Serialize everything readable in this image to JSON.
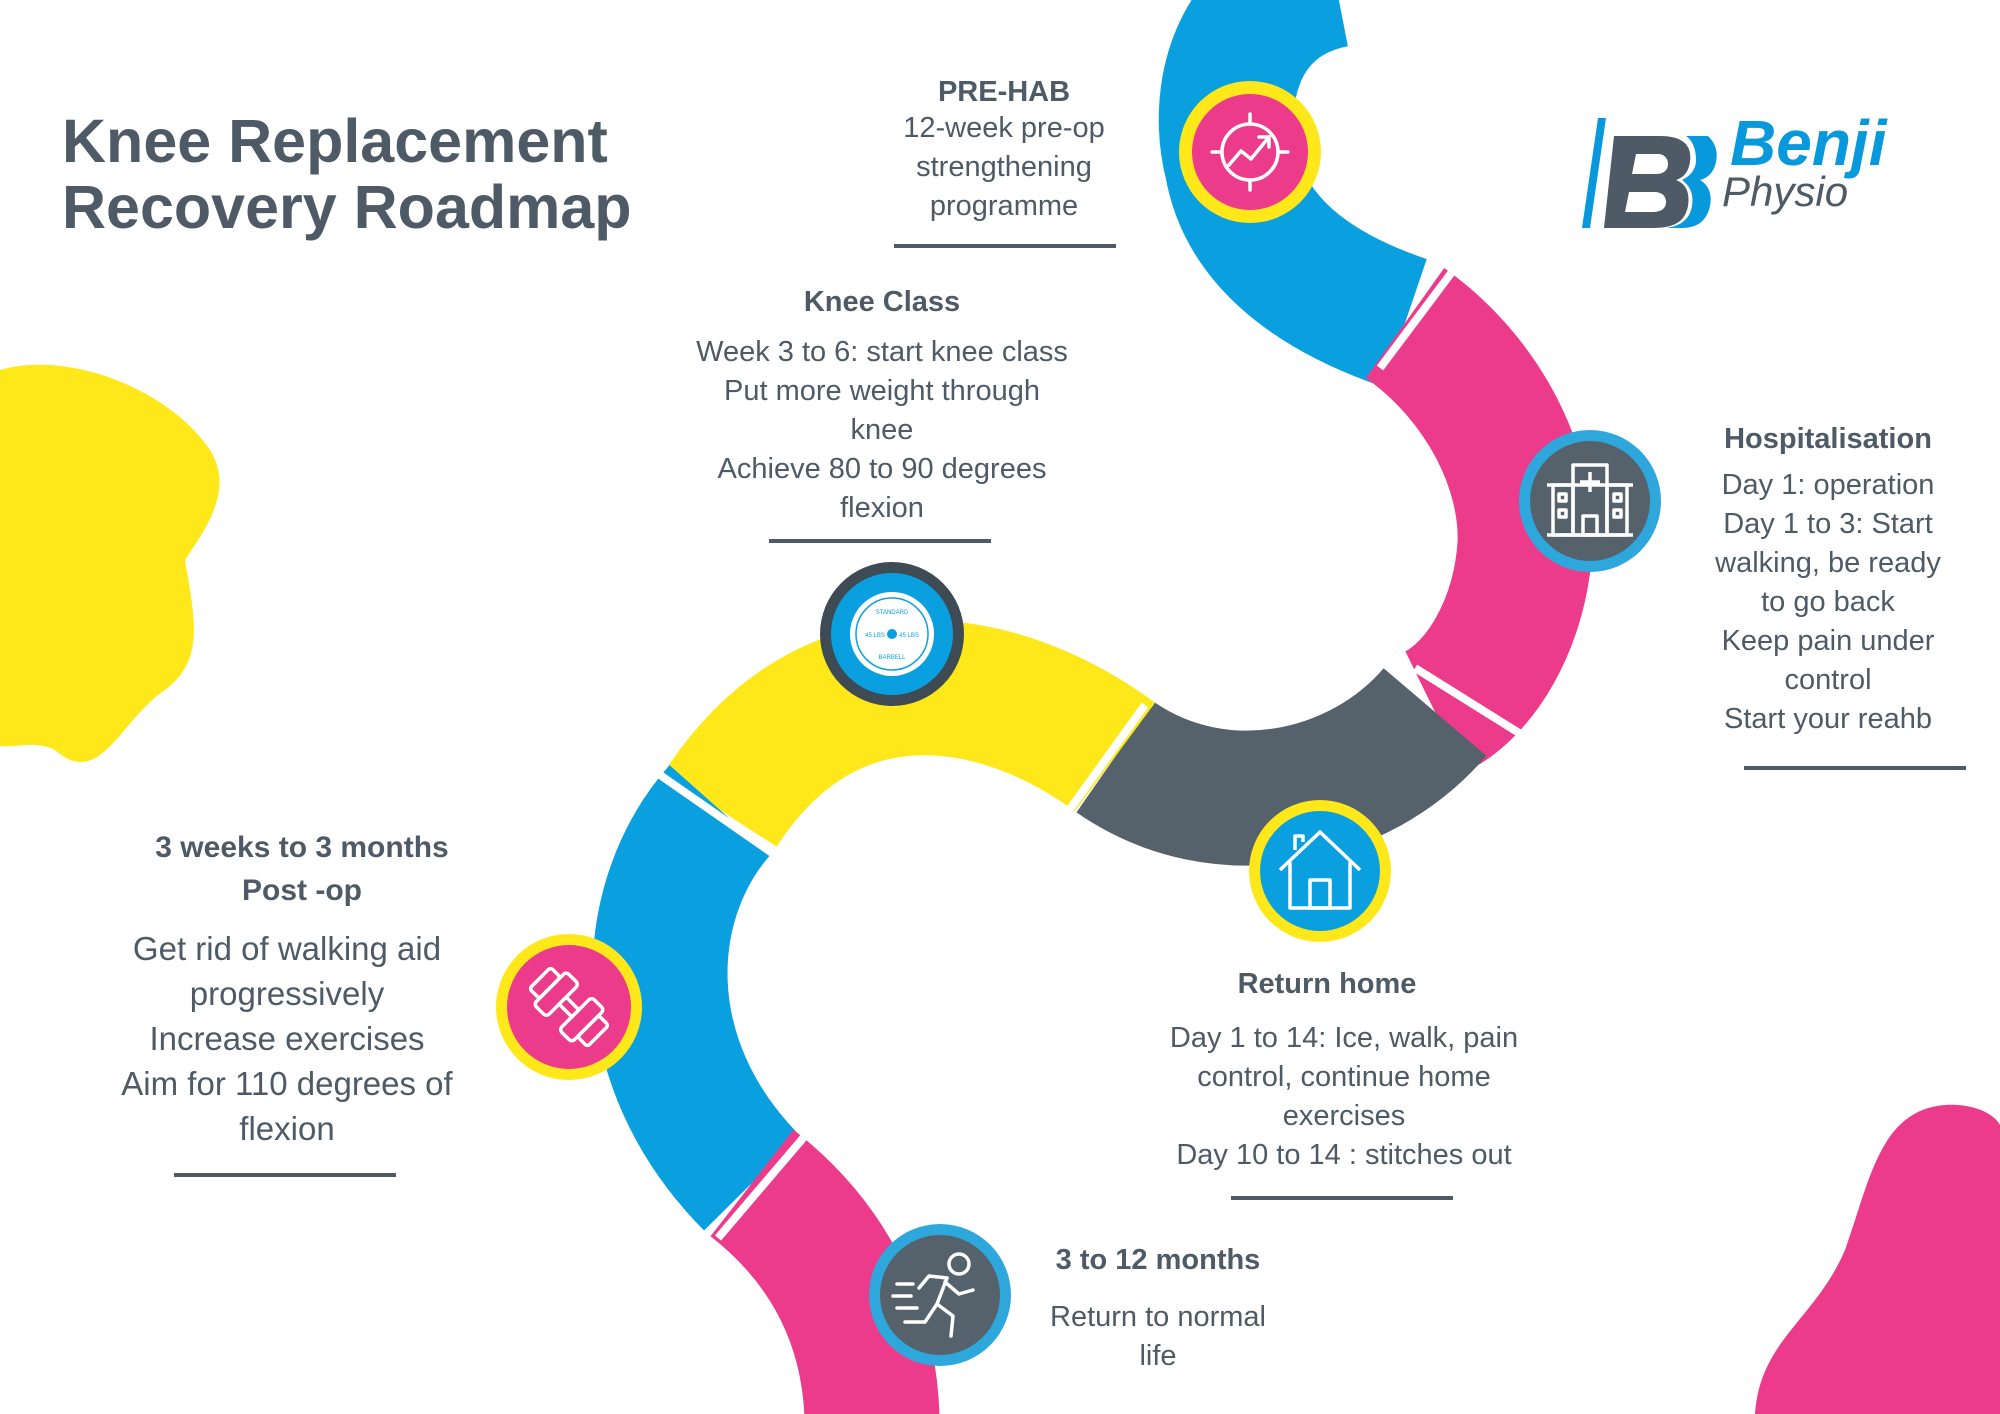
{
  "title": {
    "line1": "Knee Replacement",
    "line2": "Recovery Roadmap"
  },
  "logo": {
    "name": "Benji",
    "sub": "Physio"
  },
  "colors": {
    "blue": "#0aa0e0",
    "pink": "#ec3b8b",
    "yellow": "#ffe81a",
    "grey": "#55626c",
    "text": "#4e5a66"
  },
  "stages": [
    {
      "id": "prehab",
      "icon": "growth-chart-icon",
      "heading": "PRE-HAB",
      "lines": [
        "12-week pre-op",
        "strengthening",
        "programme"
      ]
    },
    {
      "id": "hospitalisation",
      "icon": "hospital-icon",
      "heading": "Hospitalisation",
      "lines": [
        "Day 1: operation",
        "Day 1 to 3: Start",
        "walking, be ready",
        "to go back",
        "Keep pain under",
        "control",
        "Start your reahb"
      ]
    },
    {
      "id": "return-home",
      "icon": "house-icon",
      "heading": "Return home",
      "lines": [
        "Day 1 to 14: Ice, walk, pain",
        "control, continue home",
        "exercises",
        "Day 10 to 14 : stitches out"
      ]
    },
    {
      "id": "knee-class",
      "icon": "weight-plate-icon",
      "heading": "Knee Class",
      "lines": [
        "Week 3 to 6: start knee class",
        "Put more weight through",
        "knee",
        "Achieve 80 to 90 degrees",
        "flexion"
      ]
    },
    {
      "id": "post-op",
      "icon": "dumbbell-icon",
      "heading": "3 weeks to 3 months",
      "heading2": "Post -op",
      "lines": [
        "Get rid of walking aid",
        "progressively",
        "Increase exercises",
        "Aim for 110 degrees of",
        "flexion"
      ]
    },
    {
      "id": "long-term",
      "icon": "running-person-icon",
      "heading": "3 to 12 months",
      "lines": [
        "Return to normal",
        "life"
      ]
    }
  ],
  "plate": {
    "top": "STANDARD",
    "bottom": "BARBELL",
    "left": "45 LBS",
    "right": "45 LBS"
  }
}
